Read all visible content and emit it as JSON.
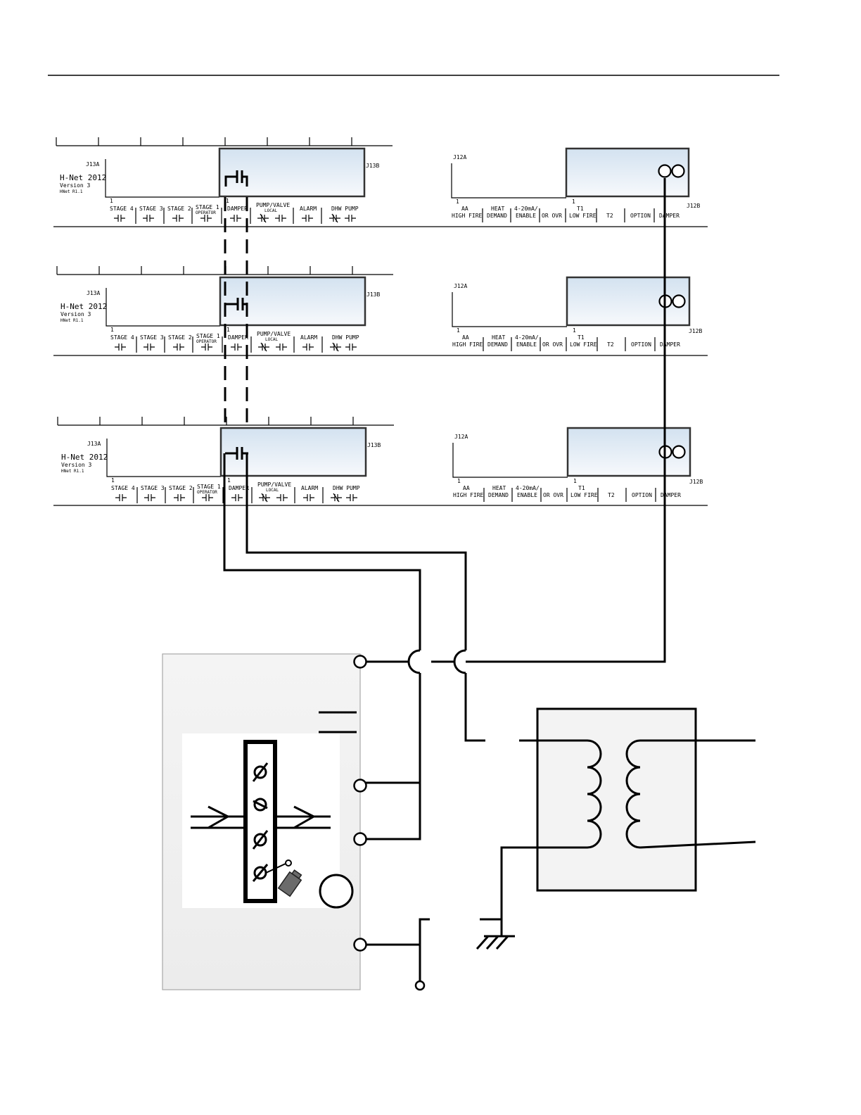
{
  "board": {
    "model_line1": "H-Net 2012",
    "model_line2": "Version 3",
    "model_line3": "HNet R1.1",
    "j13a": "J13A",
    "j13b": "J13B",
    "j12a": "J12A",
    "j12b": "J12B",
    "pin_one": "1",
    "left_terminals": {
      "stage4": "STAGE 4",
      "stage3": "STAGE 3",
      "stage2": "STAGE 2",
      "stage1": "STAGE 1",
      "stage1_sub": "OPERATOR",
      "damper": "DAMPER",
      "pump_valve": "PUMP/VALVE",
      "pump_valve_sub": "LOCAL",
      "alarm": "ALARM",
      "dhw_pump": "DHW PUMP"
    },
    "right_terminals": {
      "aa": "AA",
      "high_fire": "HIGH FIRE",
      "heat": "HEAT",
      "demand": "DEMAND",
      "ma": "4-20mA/",
      "enable": "ENABLE",
      "or_ovr": "OR OVR",
      "t1": "T1",
      "low_fire": "LOW FIRE",
      "t2": "T2",
      "option": "OPTION",
      "damper": "DAMPER"
    }
  },
  "colors": {
    "wire": "#000000",
    "connector_top": "#d3e2f0",
    "connector_bottom": "#f7f9fc",
    "panel_fill": "#f2f2f2",
    "panel_border": "#a8a8a8"
  },
  "icons": {
    "relay_contact": "relay-contact-icon",
    "terminal": "terminal-circle-icon",
    "capacitor": "capacitor-icon",
    "motor": "motor-circle-icon",
    "transformer": "transformer-icon",
    "ground": "ground-icon",
    "damper_actuator": "damper-actuator-icon"
  }
}
